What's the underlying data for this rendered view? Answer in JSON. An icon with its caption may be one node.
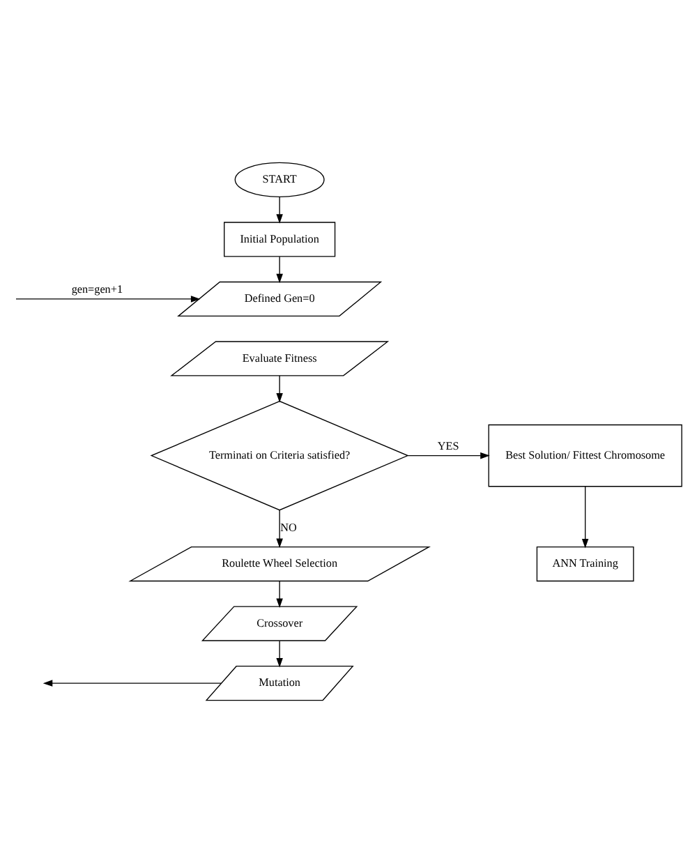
{
  "diagram": {
    "nodes": [
      {
        "text": [
          "START"
        ]
      },
      {
        "text": [
          "Initial Population"
        ]
      },
      {
        "text": [
          "Defined Gen=0"
        ]
      },
      {
        "text": [
          "Evaluate Fitness"
        ]
      },
      {
        "text": [
          "Terminati on Criteria satisfied?"
        ]
      },
      {
        "text": [
          "Best Solution/ Fittest Chromosome"
        ]
      },
      {
        "text": [
          "ANN Training"
        ]
      },
      {
        "text": [
          "Roulette Wheel Selection"
        ]
      },
      {
        "text": [
          "Crossover"
        ]
      },
      {
        "text": [
          "Mutation"
        ]
      }
    ],
    "edges": [
      {
        "from": 0,
        "to": 1,
        "arrow": "to"
      },
      {
        "from": 1,
        "to": 2,
        "arrow": "to"
      },
      {
        "from": 3,
        "to": 4,
        "arrow": "to"
      },
      {
        "from": 4,
        "to": 5,
        "label": "YES",
        "arrow": "to"
      },
      {
        "from": 5,
        "to": 6,
        "arrow": "to"
      },
      {
        "from": 4,
        "to": 7,
        "label": "NO",
        "arrow": "to"
      },
      {
        "from": 7,
        "to": 8,
        "arrow": "to"
      },
      {
        "from": 8,
        "to": 9,
        "arrow": "to"
      },
      {
        "from": null,
        "to": 2,
        "label": "gen=gen+1",
        "arrow": "to"
      },
      {
        "from": 9,
        "to": null,
        "arrow": "to"
      }
    ]
  }
}
